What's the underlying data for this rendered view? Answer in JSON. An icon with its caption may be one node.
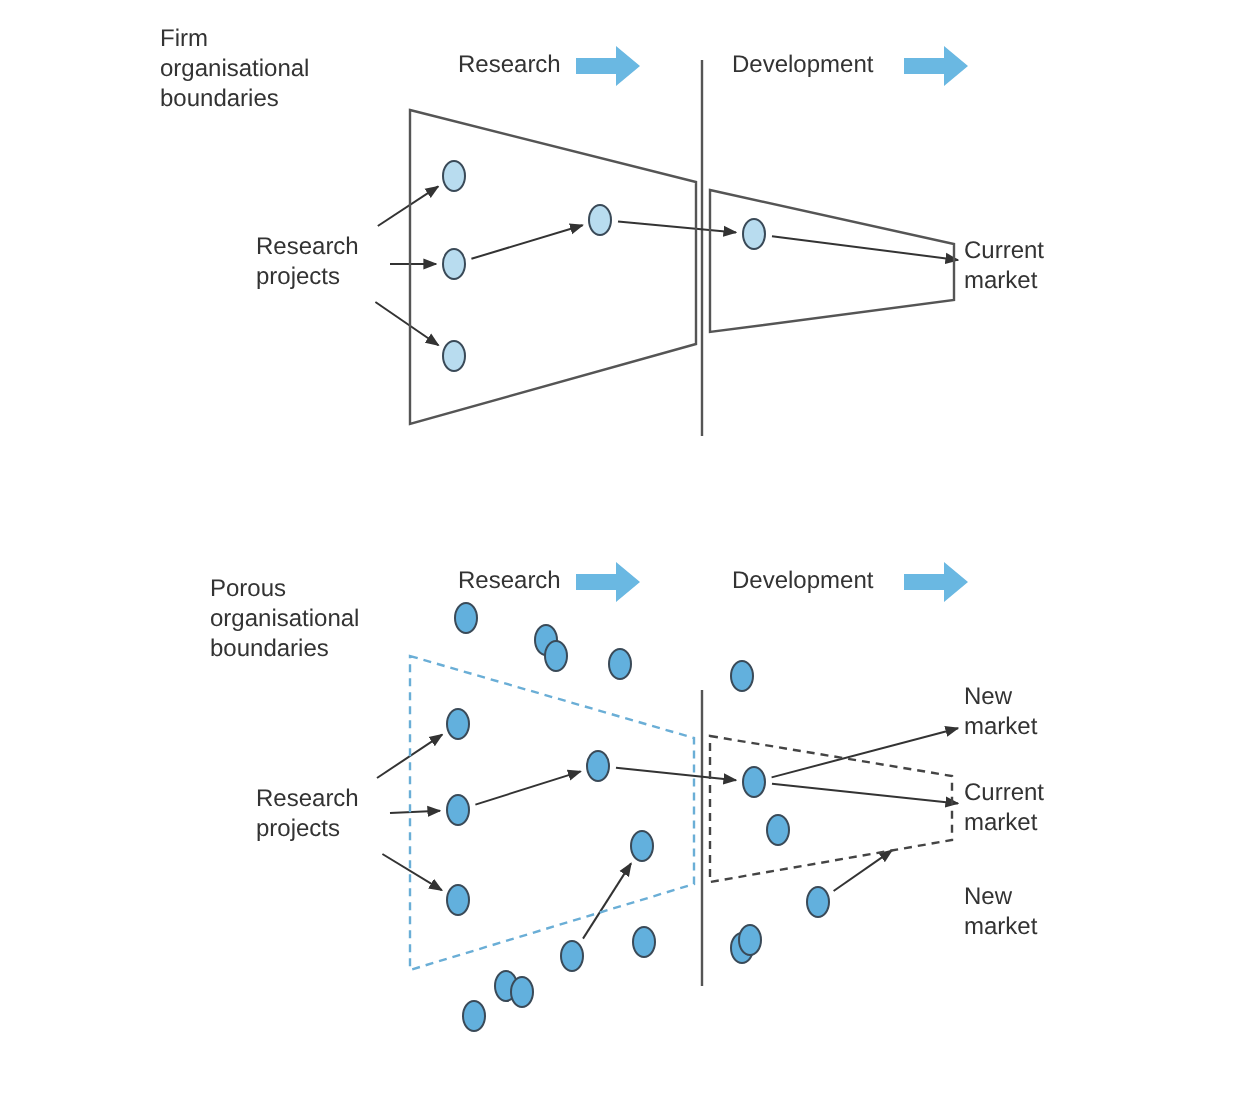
{
  "diagram": {
    "nodes": [
      {
        "text": [],
        "shape": "trapezoid"
      },
      {
        "text": [],
        "shape": "trapezoid"
      },
      {
        "text": [
          "Research projects"
        ]
      },
      {
        "text": [],
        "shape": "circle",
        "in": 0
      },
      {
        "text": [],
        "shape": "circle",
        "in": 0
      },
      {
        "text": [],
        "shape": "circle",
        "in": 0
      },
      {
        "text": [],
        "shape": "circle",
        "in": 0
      },
      {
        "text": [],
        "shape": "circle",
        "in": 1
      },
      {
        "text": [
          "Current market"
        ]
      },
      {
        "text": [],
        "shape": "trapezoid"
      },
      {
        "text": [],
        "shape": "trapezoid"
      },
      {
        "text": [
          "Research projects"
        ]
      },
      {
        "text": [],
        "shape": "circle",
        "in": 9
      },
      {
        "text": [],
        "shape": "circle",
        "in": 9
      },
      {
        "text": [],
        "shape": "circle",
        "in": 9
      },
      {
        "text": [],
        "shape": "circle",
        "in": 9
      },
      {
        "text": [],
        "shape": "circle",
        "in": 9
      },
      {
        "text": [],
        "shape": "circle",
        "in": 10
      },
      {
        "text": [],
        "shape": "circle",
        "in": 10
      },
      {
        "text": [
          "New market"
        ]
      },
      {
        "text": [
          "Current market"
        ]
      },
      {
        "text": [],
        "shape": "circle"
      },
      {
        "text": [],
        "shape": "circle"
      },
      {
        "text": [],
        "shape": "circle"
      },
      {
        "text": [],
        "shape": "circle"
      },
      {
        "text": [],
        "shape": "circle"
      },
      {
        "text": [],
        "shape": "circle"
      },
      {
        "text": [],
        "shape": "circle"
      },
      {
        "text": [],
        "shape": "circle"
      },
      {
        "text": [],
        "shape": "circle"
      },
      {
        "text": [],
        "shape": "circle"
      },
      {
        "text": [],
        "shape": "circle"
      },
      {
        "text": [],
        "shape": "circle"
      },
      {
        "text": [],
        "shape": "circle"
      }
    ],
    "edges": [
      {
        "from": 2,
        "to": 3,
        "arrow": "to"
      },
      {
        "from": 2,
        "to": 4,
        "arrow": "to"
      },
      {
        "from": 2,
        "to": 5,
        "arrow": "to"
      },
      {
        "from": 4,
        "to": 6,
        "arrow": "to"
      },
      {
        "from": 6,
        "to": 7,
        "arrow": "to"
      },
      {
        "from": 7,
        "to": 8,
        "arrow": "to"
      },
      {
        "from": 11,
        "to": 12,
        "arrow": "to"
      },
      {
        "from": 11,
        "to": 13,
        "arrow": "to"
      },
      {
        "from": 11,
        "to": 14,
        "arrow": "to"
      },
      {
        "from": 13,
        "to": 15,
        "arrow": "to"
      },
      {
        "from": 15,
        "to": 17,
        "arrow": "to"
      },
      {
        "from": 17,
        "to": 19,
        "arrow": "to"
      },
      {
        "from": 17,
        "to": 20,
        "arrow": "to"
      },
      {
        "from": 21,
        "to": 16,
        "arrow": "to"
      },
      {
        "from": 22,
        "to": 10,
        "arrow": "to"
      }
    ],
    "labels": [
      "Firm organisational boundaries",
      "Research",
      "Development",
      "Porous organisational boundaries",
      "Research",
      "Development",
      "New market"
    ]
  }
}
